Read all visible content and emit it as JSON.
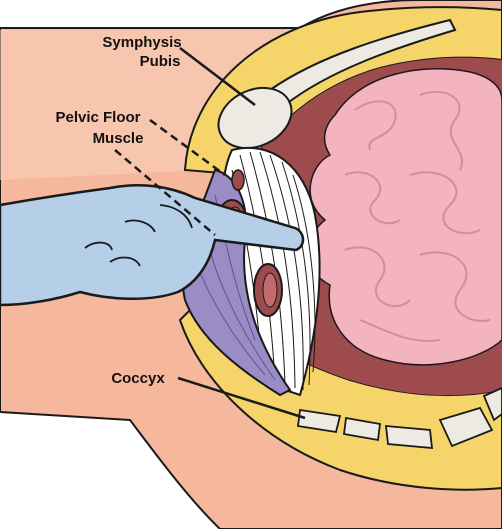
{
  "labels": {
    "symphysis_line1": "Symphysis",
    "symphysis_line2": "Pubis",
    "pelvic_line1": "Pelvic Floor",
    "pelvic_line2": "Muscle",
    "coccyx": "Coccyx"
  },
  "colors": {
    "skin": "#f5b89c",
    "skin_light": "#f9d2bf",
    "fat": "#f5d569",
    "fat_dark": "#e6bd45",
    "bone": "#eceae2",
    "glove": "#b5cfe8",
    "muscle_purple": "#9a8cc4",
    "muscle_stripe": "#ffffff",
    "bowel": "#f3b3bf",
    "bowel_dark": "#d98a9c",
    "cavity": "#9e4b4e",
    "outline": "#1a1a1a"
  }
}
